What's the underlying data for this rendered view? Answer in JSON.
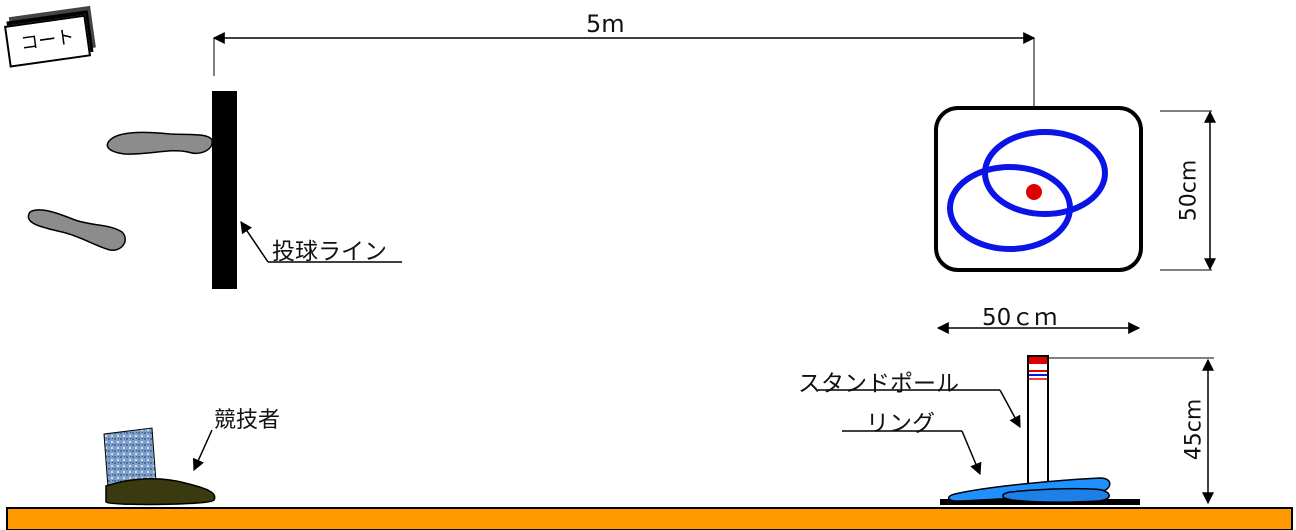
{
  "title_tab": "コート",
  "distance_label": "5m",
  "target_height_label": "50cm",
  "target_width_label": "50ｃｍ",
  "pole_height_label": "45cm",
  "labels": {
    "throw_line": "投球ライン",
    "stand_pole": "スタンドポール",
    "ring": "リング",
    "competitor": "競技者"
  },
  "colors": {
    "ring": "#0a14e6",
    "center_dot": "#e00000",
    "floor": "#ff9900",
    "footprint": "#8c8c8c",
    "shoe": "#3a3a10"
  }
}
